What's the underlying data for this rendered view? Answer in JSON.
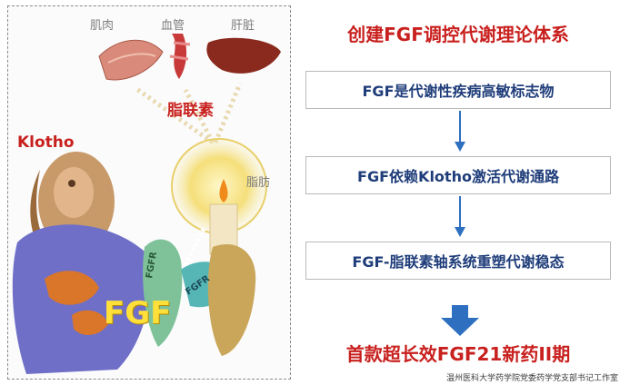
{
  "illustration": {
    "organs": [
      "肌肉",
      "血管",
      "肝脏"
    ],
    "adiponectin_label": "脂联素",
    "klotho_label": "Klotho",
    "fat_label": "脂肪",
    "fgf_label": "FGF",
    "receptor_labels": [
      "FGFR",
      "FGFR"
    ]
  },
  "flow": {
    "title": "创建FGF调控代谢理论体系",
    "steps": [
      "FGF是代谢性疾病高敏标志物",
      "FGF依赖Klotho激活代谢通路",
      "FGF-脂联素轴系统重塑代谢稳态"
    ],
    "final": "首款超长效FGF21新药II期"
  },
  "colors": {
    "title_red": "#c8201e",
    "step_text_blue": "#1f3d7a",
    "arrow_blue": "#2e6fc0"
  },
  "footer": "温州医科大学药学院党委药学党支部书记工作室"
}
